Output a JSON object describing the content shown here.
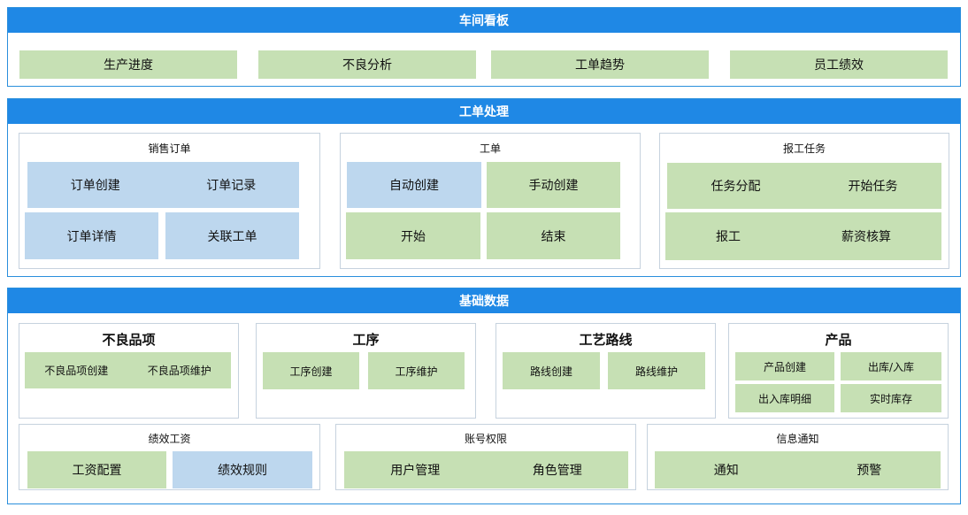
{
  "sections": {
    "workshop": {
      "title": "车间看板",
      "items": [
        "生产进度",
        "不良分析",
        "工单趋势",
        "员工绩效"
      ]
    },
    "order_processing": {
      "title": "工单处理",
      "sales": {
        "title": "销售订单",
        "create": "订单创建",
        "record": "订单记录",
        "detail": "订单详情",
        "link": "关联工单"
      },
      "workorder": {
        "title": "工单",
        "auto": "自动创建",
        "manual": "手动创建",
        "start": "开始",
        "end": "结束"
      },
      "report": {
        "title": "报工任务",
        "assign": "任务分配",
        "start": "开始任务",
        "report": "报工",
        "salary": "薪资核算"
      }
    },
    "base_data": {
      "title": "基础数据",
      "defect": {
        "title": "不良品项",
        "create": "不良品项创建",
        "maintain": "不良品项维护"
      },
      "process": {
        "title": "工序",
        "create": "工序创建",
        "maintain": "工序维护"
      },
      "route": {
        "title": "工艺路线",
        "create": "路线创建",
        "maintain": "路线维护"
      },
      "product": {
        "title": "产品",
        "create": "产品创建",
        "inout": "出库/入库",
        "detail": "出入库明细",
        "stock": "实时库存"
      },
      "performance": {
        "title": "绩效工资",
        "salary_config": "工资配置",
        "rules": "绩效规则"
      },
      "account": {
        "title": "账号权限",
        "users": "用户管理",
        "roles": "角色管理"
      },
      "notice": {
        "title": "信息通知",
        "notify": "通知",
        "alert": "预警"
      }
    }
  },
  "colors": {
    "header_blue": "#1f88e5",
    "green": "#c6e0b4",
    "light_blue": "#bdd7ee"
  }
}
